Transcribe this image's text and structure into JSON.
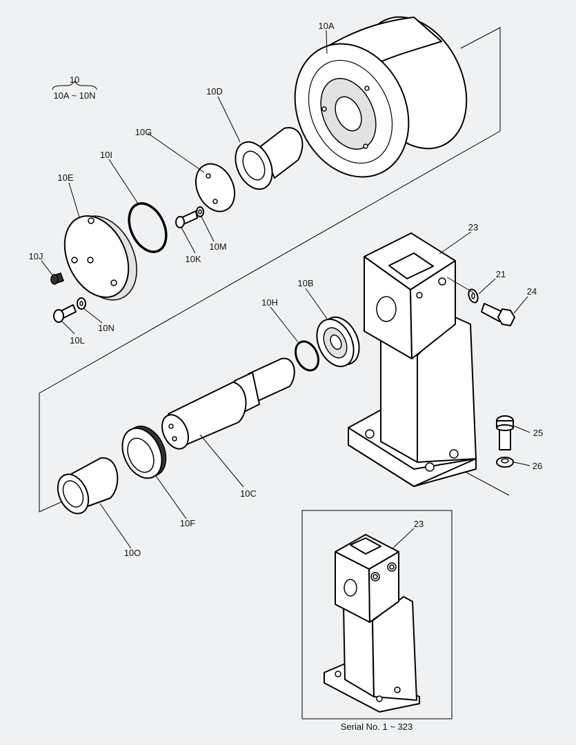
{
  "group": {
    "number": "10",
    "range": "10A ~ 10N"
  },
  "callouts": {
    "c10A": "10A",
    "c10B": "10B",
    "c10C": "10C",
    "c10D": "10D",
    "c10E": "10E",
    "c10F": "10F",
    "c10G": "10G",
    "c10H": "10H",
    "c10I": "10I",
    "c10J": "10J",
    "c10K": "10K",
    "c10L": "10L",
    "c10M": "10M",
    "c10N": "10N",
    "c10O": "10O",
    "c21": "21",
    "c23": "23",
    "c23b": "23",
    "c24": "24",
    "c25": "25",
    "c26": "26"
  },
  "inset": {
    "caption": "Serial No. 1 ~ 323"
  }
}
